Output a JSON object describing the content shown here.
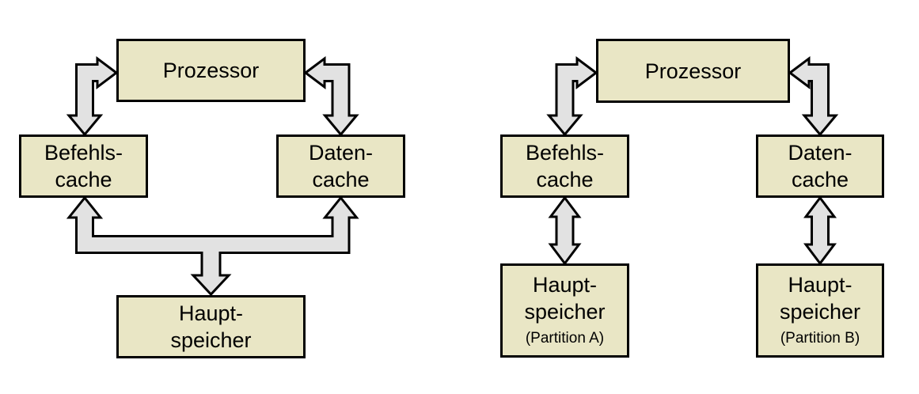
{
  "colors": {
    "background": "#ffffff",
    "box_fill": "#e9e6c5",
    "box_border": "#000000",
    "arrow_fill": "#e2e2e2",
    "arrow_outline": "#000000"
  },
  "left_diagram": {
    "processor": "Prozessor",
    "instruction_cache": [
      "Befehls-",
      "cache"
    ],
    "data_cache": [
      "Daten-",
      "cache"
    ],
    "main_memory": [
      "Haupt-",
      "speicher"
    ]
  },
  "right_diagram": {
    "processor": "Prozessor",
    "instruction_cache": [
      "Befehls-",
      "cache"
    ],
    "data_cache": [
      "Daten-",
      "cache"
    ],
    "main_memory_a": {
      "lines": [
        "Haupt-",
        "speicher"
      ],
      "subtitle": "(Partition A)"
    },
    "main_memory_b": {
      "lines": [
        "Haupt-",
        "speicher"
      ],
      "subtitle": "(Partition B)"
    }
  }
}
